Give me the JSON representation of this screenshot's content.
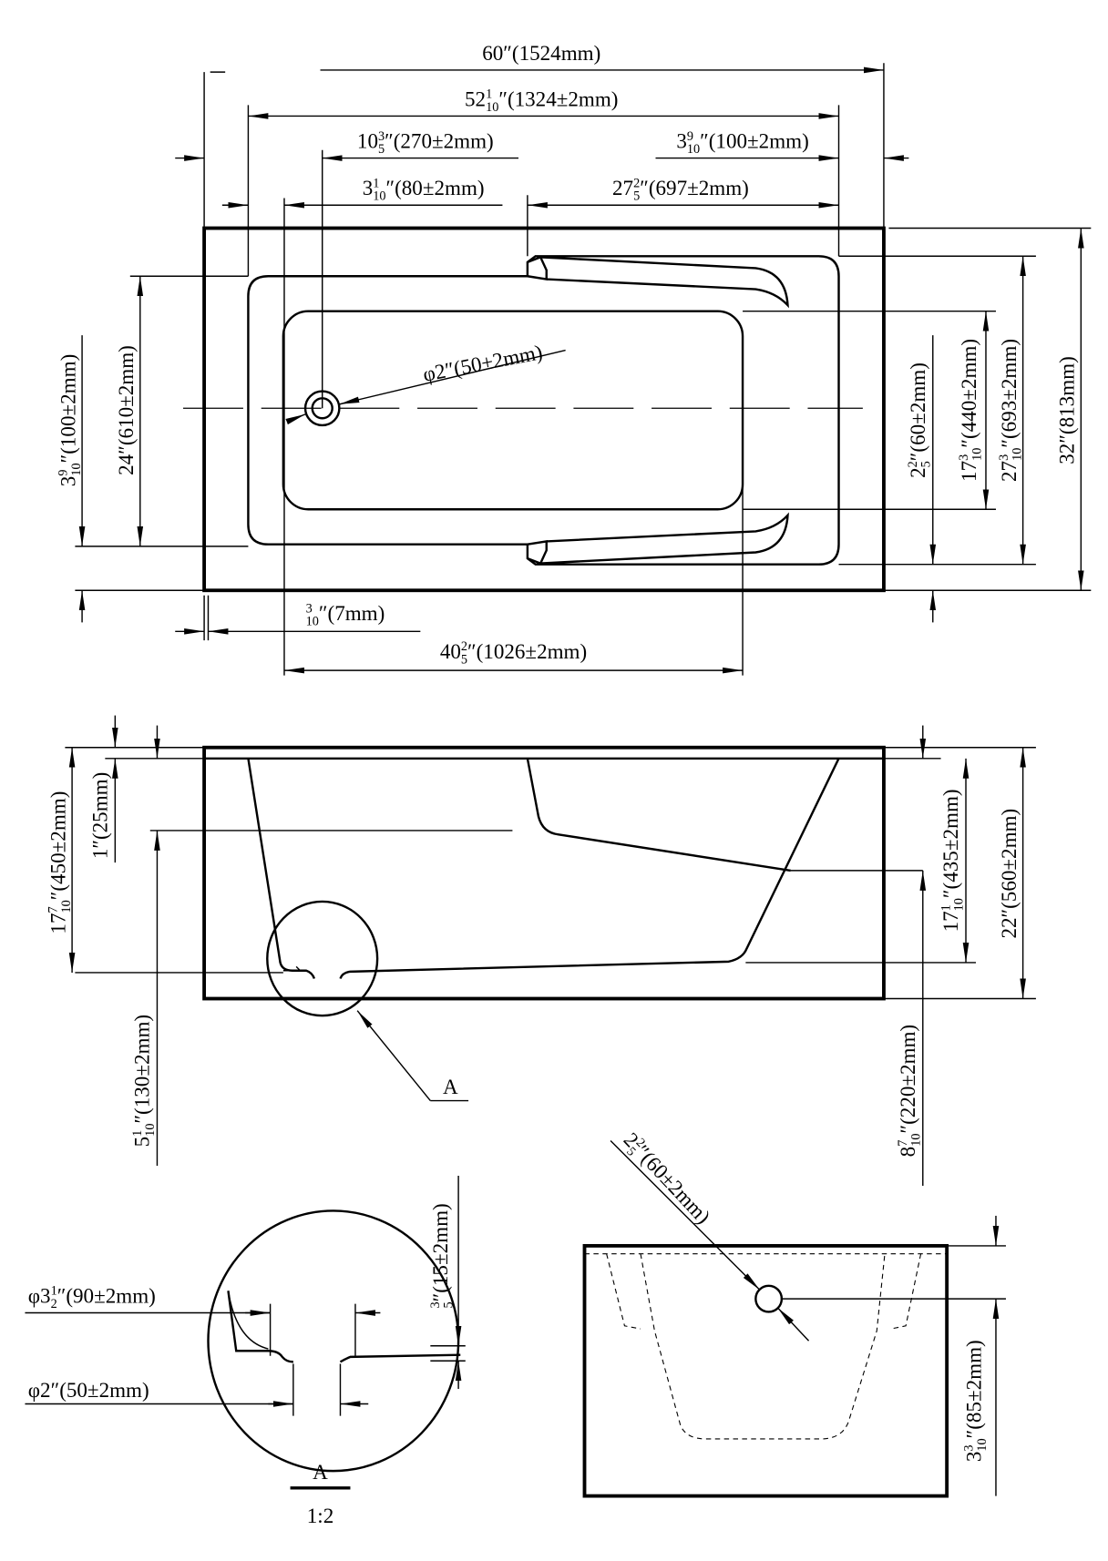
{
  "top": {
    "d60": {
      "whole": "60",
      "suffix": "″(1524mm)"
    },
    "d52": {
      "whole": "52",
      "num": "1",
      "den": "10",
      "suffix": "″(1324±2mm)"
    },
    "d10": {
      "whole": "10",
      "num": "3",
      "den": "5",
      "suffix": "″(270±2mm)"
    },
    "d3r": {
      "whole": "3",
      "num": "9",
      "den": "10",
      "suffix": "″(100±2mm)"
    },
    "d3l": {
      "whole": "3",
      "num": "1",
      "den": "10",
      "suffix": "″(80±2mm)"
    },
    "d27": {
      "whole": "27",
      "num": "2",
      "den": "5",
      "suffix": "″(697±2mm)"
    },
    "drain": {
      "whole": "φ2",
      "suffix": "″(50±2mm)"
    },
    "left_3": {
      "whole": "3",
      "num": "9",
      "den": "10",
      "suffix": "″(100±2mm)"
    },
    "left_24": {
      "whole": "24",
      "suffix": "″(610±2mm)"
    },
    "right_2": {
      "whole": "2",
      "num": "2",
      "den": "5",
      "suffix": "″(60±2mm)"
    },
    "right_17": {
      "whole": "17",
      "num": "3",
      "den": "10",
      "suffix": "″(440±2mm)"
    },
    "right_27": {
      "whole": "27",
      "num": "3",
      "den": "10",
      "suffix": "″(693±2mm)"
    },
    "right_32": {
      "whole": "32",
      "suffix": "″(813mm)"
    },
    "bottom_3": {
      "whole": "",
      "num": "3",
      "den": "10",
      "suffix": "″(7mm)"
    },
    "bottom_40": {
      "whole": "40",
      "num": "2",
      "den": "5",
      "suffix": "″(1026±2mm)"
    }
  },
  "side": {
    "left_17": {
      "whole": "17",
      "num": "7",
      "den": "10",
      "suffix": "″(450±2mm)"
    },
    "left_1": {
      "whole": "1",
      "suffix": "″(25mm)"
    },
    "left_5": {
      "whole": "5",
      "num": "1",
      "den": "10",
      "suffix": "″(130±2mm)"
    },
    "right_17": {
      "whole": "17",
      "num": "1",
      "den": "10",
      "suffix": "″(435±2mm)"
    },
    "right_22": {
      "whole": "22",
      "suffix": "″(560±2mm)"
    },
    "right_8": {
      "whole": "8",
      "num": "7",
      "den": "10",
      "suffix": "″(220±2mm)"
    },
    "callout": "A"
  },
  "detail": {
    "outer": {
      "whole": "φ3",
      "num": "1",
      "den": "2",
      "suffix": "″(90±2mm)"
    },
    "inner": {
      "whole": "φ2",
      "suffix": "″(50±2mm)"
    },
    "depth": {
      "whole": "",
      "num": "3",
      "den": "5",
      "suffix": "″(15±2mm)"
    },
    "title": "A",
    "scale": "1:2"
  },
  "end": {
    "drain": {
      "whole": "2",
      "num": "2",
      "den": "5",
      "suffix": "″(60±2mm)"
    },
    "height": {
      "whole": "3",
      "num": "3",
      "den": "10",
      "suffix": "″(85±2mm)"
    }
  }
}
